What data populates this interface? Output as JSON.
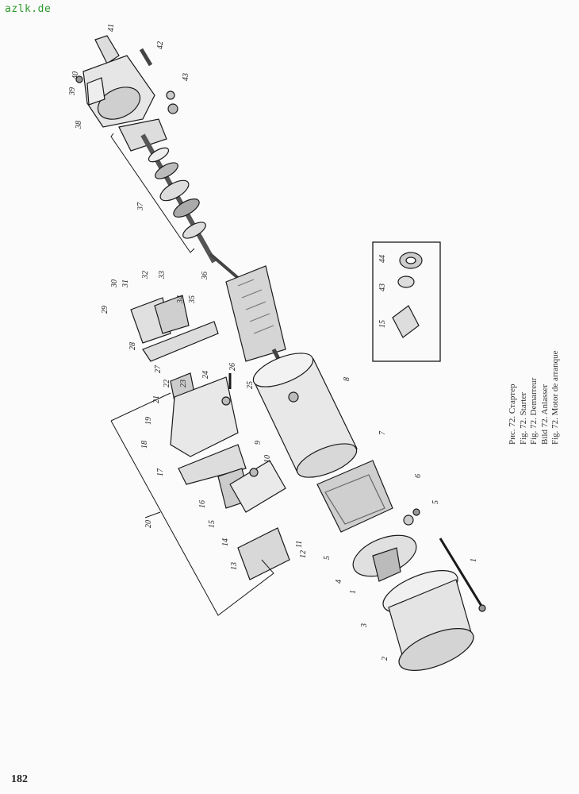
{
  "watermark": "azlk.de",
  "page_number": "182",
  "caption": {
    "ru": "Рис. 72. Стартер",
    "en": "Fig. 72. Starter",
    "fr": "Fig. 72. Demarreur",
    "de": "Bild 72. Anlasser",
    "es": "Fig. 72. Motor de arranque"
  },
  "part_labels": [
    "1",
    "1",
    "2",
    "3",
    "4",
    "5",
    "5",
    "6",
    "7",
    "8",
    "9",
    "10",
    "11",
    "12",
    "13",
    "14",
    "15",
    "16",
    "17",
    "18",
    "19",
    "20",
    "21",
    "22",
    "23",
    "24",
    "25",
    "26",
    "27",
    "28",
    "29",
    "30",
    "31",
    "32",
    "33",
    "34",
    "35",
    "36",
    "37",
    "38",
    "39",
    "40",
    "41",
    "42",
    "43",
    "44"
  ],
  "inset_labels": [
    "15",
    "43",
    "44"
  ]
}
